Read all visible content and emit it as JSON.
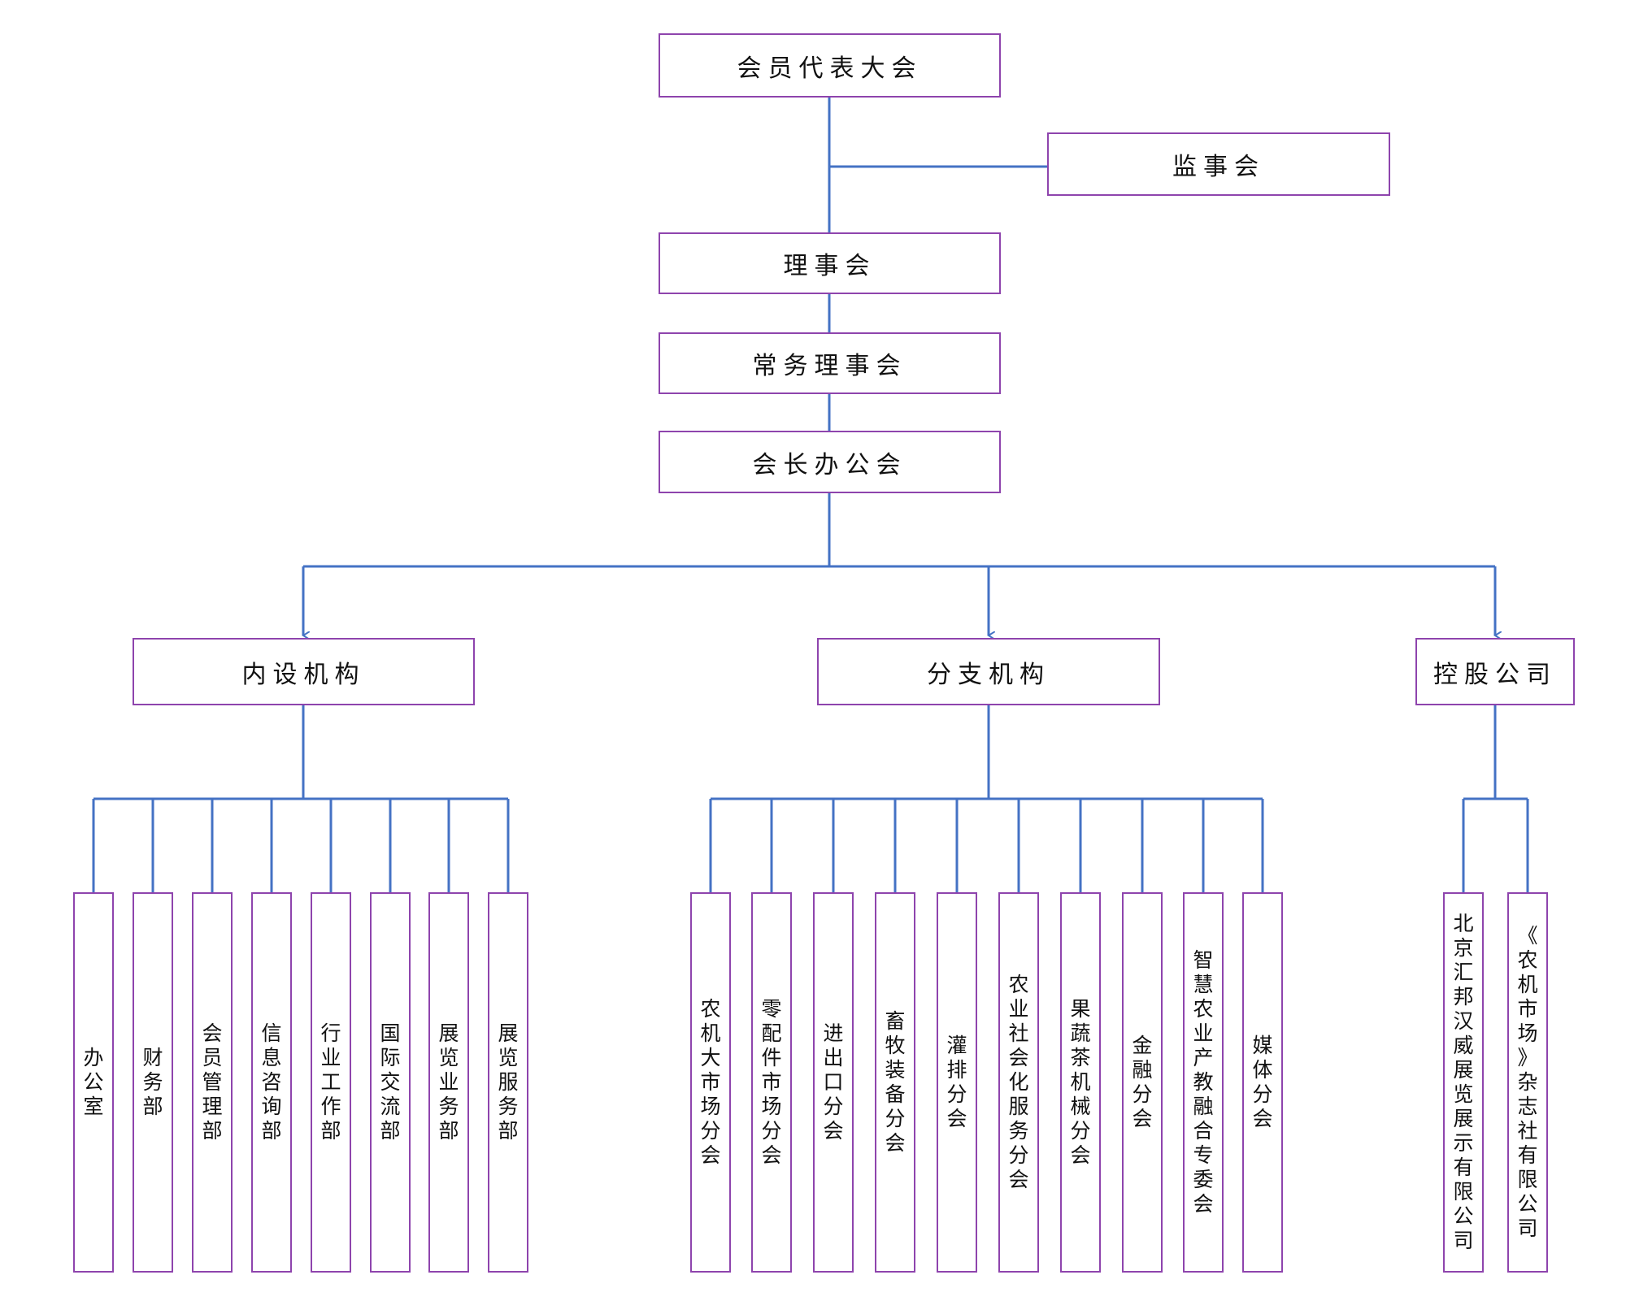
{
  "top": {
    "assembly": "会员代表大会",
    "supervisory": "监事会"
  },
  "chain": [
    "理事会",
    "常务理事会",
    "会长办公会"
  ],
  "branches": [
    {
      "name": "内设机构",
      "children": [
        "办公室",
        "财务部",
        "会员管理部",
        "信息咨询部",
        "行业工作部",
        "国际交流部",
        "展览业务部",
        "展览服务部"
      ]
    },
    {
      "name": "分支机构",
      "children": [
        "农机大市场分会",
        "零配件市场分会",
        "进出口分会",
        "畜牧装备分会",
        "灌排分会",
        "农业社会化服务分会",
        "果蔬茶机械分会",
        "金融分会",
        "智慧农业产教融合专委会",
        "媒体分会"
      ]
    },
    {
      "name": "控股公司",
      "children": [
        "北京汇邦汉威展览展示有限公司",
        "《农机市场》杂志社有限公司"
      ]
    }
  ],
  "colors": {
    "box_border": "#8e44ad",
    "connector": "#4472c4"
  }
}
